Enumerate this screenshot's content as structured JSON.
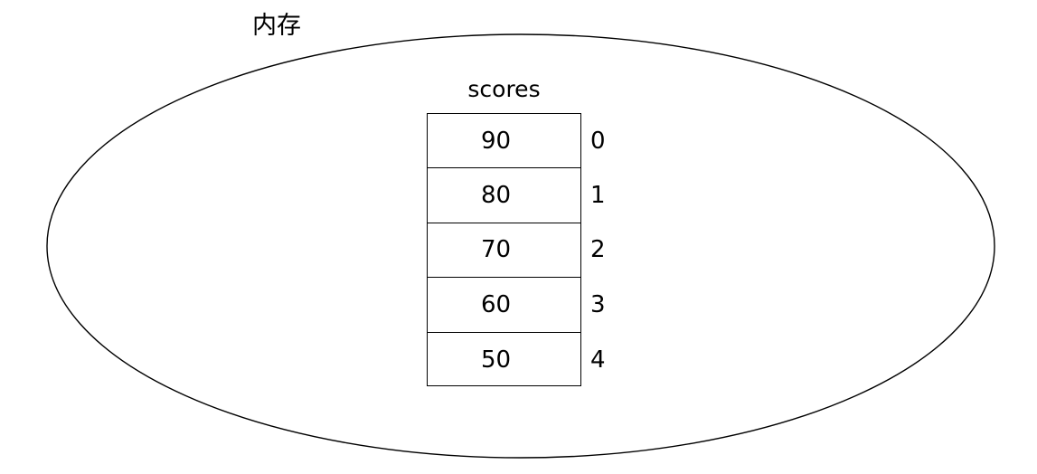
{
  "diagram": {
    "memory_label": "内存",
    "array_name": "scores",
    "cells": [
      {
        "value": "90",
        "index": "0"
      },
      {
        "value": "80",
        "index": "1"
      },
      {
        "value": "70",
        "index": "2"
      },
      {
        "value": "60",
        "index": "3"
      },
      {
        "value": "50",
        "index": "4"
      }
    ],
    "colors": {
      "stroke": "#000000",
      "background": "#ffffff",
      "text": "#000000"
    }
  }
}
